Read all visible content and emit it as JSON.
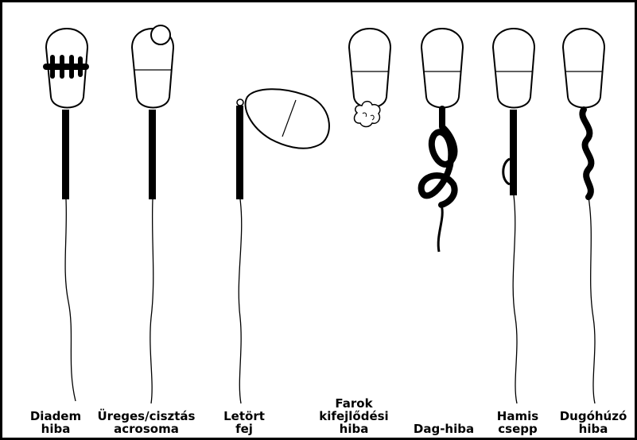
{
  "diagram": {
    "items": [
      {
        "name": "diadem",
        "label_lines": [
          "Diadem",
          "hiba"
        ]
      },
      {
        "name": "ureges",
        "label_lines": [
          "Üreges/cisztás",
          "acrosoma"
        ]
      },
      {
        "name": "letort",
        "label_lines": [
          "Letört",
          "fej"
        ]
      },
      {
        "name": "farok",
        "label_lines": [
          "Farok",
          "kifejlődési",
          "hiba"
        ]
      },
      {
        "name": "dag",
        "label_lines": [
          "Dag-hiba"
        ]
      },
      {
        "name": "hamis",
        "label_lines": [
          "Hamis",
          "csepp"
        ]
      },
      {
        "name": "dugohuzo",
        "label_lines": [
          "Dugóhúzó",
          "hiba"
        ]
      }
    ]
  }
}
